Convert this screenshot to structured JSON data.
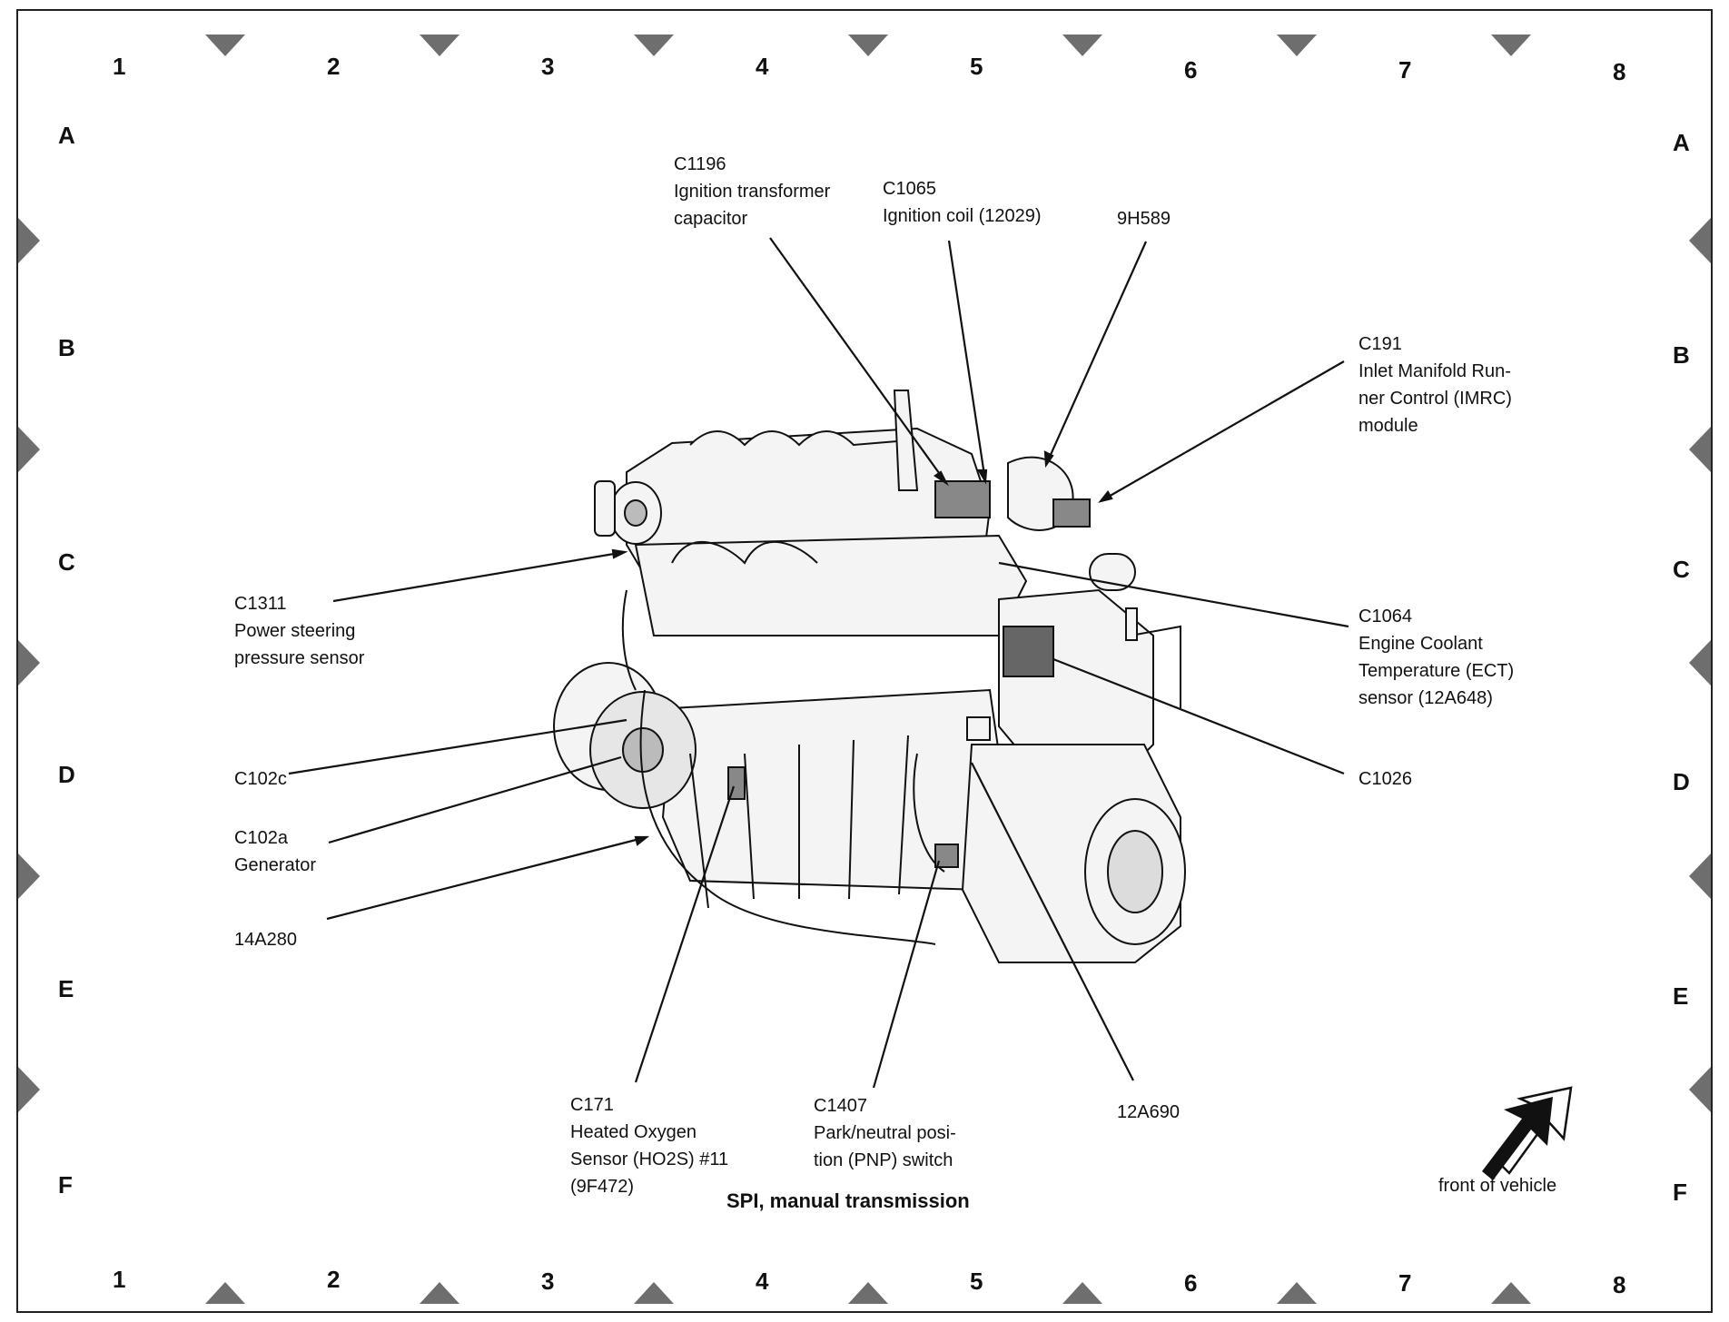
{
  "title": "SPI, manual transmission",
  "grid": {
    "columns": [
      "1",
      "2",
      "3",
      "4",
      "5",
      "6",
      "7",
      "8"
    ],
    "rows": [
      "A",
      "B",
      "C",
      "D",
      "E",
      "F"
    ]
  },
  "components": [
    {
      "id": "c1196",
      "lines": [
        "C1196",
        "Ignition transformer",
        "capacitor"
      ]
    },
    {
      "id": "c1065",
      "lines": [
        "C1065",
        "Ignition coil (12029)"
      ]
    },
    {
      "id": "9h589",
      "lines": [
        "9H589"
      ]
    },
    {
      "id": "c191",
      "lines": [
        "C191",
        "Inlet Manifold Run-",
        "ner Control (IMRC)",
        "module"
      ]
    },
    {
      "id": "c1311",
      "lines": [
        "C1311",
        "Power steering",
        "pressure sensor"
      ]
    },
    {
      "id": "c1064",
      "lines": [
        "C1064",
        "Engine Coolant",
        "Temperature (ECT)",
        "sensor (12A648)"
      ]
    },
    {
      "id": "c102c",
      "lines": [
        "C102c"
      ]
    },
    {
      "id": "c1026",
      "lines": [
        "C1026"
      ]
    },
    {
      "id": "c102a",
      "lines": [
        "C102a",
        "Generator"
      ]
    },
    {
      "id": "14a280",
      "lines": [
        "14A280"
      ]
    },
    {
      "id": "c171",
      "lines": [
        "C171",
        "Heated Oxygen",
        "Sensor (HO2S) #11",
        "(9F472)"
      ]
    },
    {
      "id": "c1407",
      "lines": [
        "C1407",
        "Park/neutral posi-",
        "tion (PNP) switch"
      ]
    },
    {
      "id": "12a690",
      "lines": [
        "12A690"
      ]
    }
  ],
  "front_label": "front of vehicle",
  "colors": {
    "ink": "#111111",
    "shade": "#8a8a8a",
    "fill": "#f4f4f4"
  }
}
